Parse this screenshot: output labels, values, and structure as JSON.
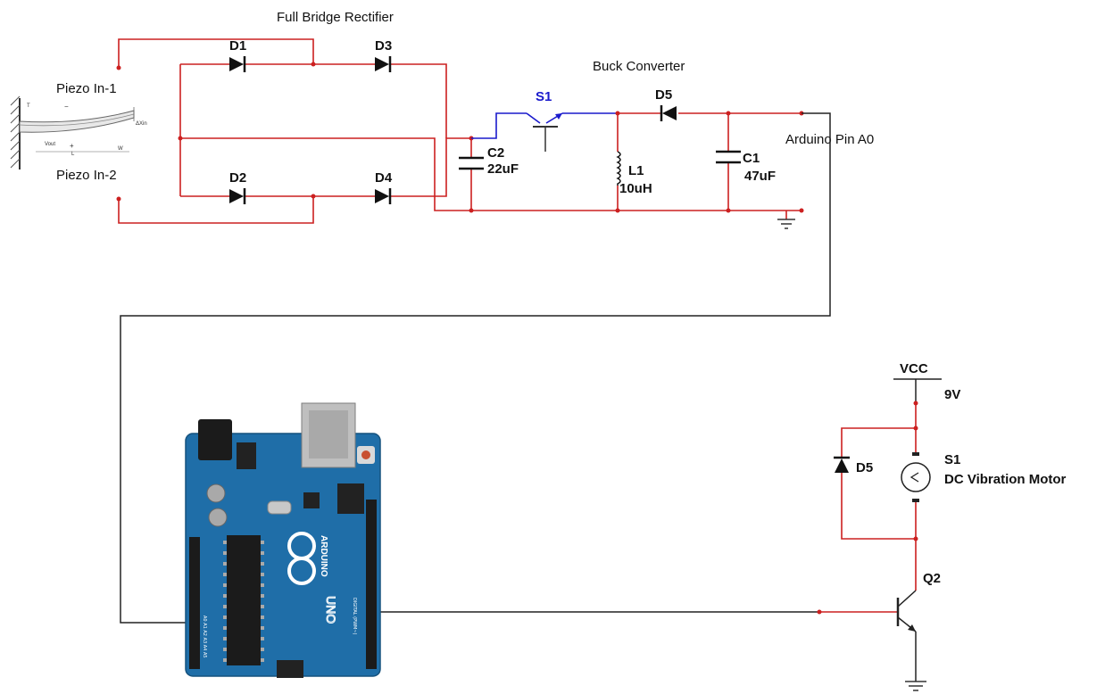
{
  "labels": {
    "rectifier_title": "Full Bridge Rectifier",
    "buck_title": "Buck Converter",
    "piezo_in_1": "Piezo In-1",
    "piezo_in_2": "Piezo In-2",
    "d1": "D1",
    "d2": "D2",
    "d3": "D3",
    "d4": "D4",
    "d5_buck": "D5",
    "s1_switch": "S1",
    "c2_name": "C2",
    "c2_value": "22uF",
    "l1_name": "L1",
    "l1_value": "10uH",
    "c1_name": "C1",
    "c1_value": "47uF",
    "arduino_pin": "Arduino Pin A0",
    "vcc": "VCC",
    "vcc_value": "9V",
    "d5_motor": "D5",
    "s1_motor": "S1",
    "motor_name": "DC Vibration Motor",
    "q2": "Q2"
  },
  "piezo_marks": {
    "dx": "ΔXin",
    "vout": "Vout",
    "l": "L",
    "w": "W",
    "t": "T",
    "minus": "−",
    "plus": "+"
  },
  "arduino_marks": {
    "brand": "ARDUINO",
    "model": "UNO",
    "analog": "A0 A1 A2 A3 A4 A5",
    "digital": "DIGITAL (PWM~)"
  },
  "colors": {
    "wire_red": "#cc2020",
    "wire_black": "#222222",
    "wire_blue": "#1a1acc",
    "board_blue": "#1f6ea8"
  }
}
